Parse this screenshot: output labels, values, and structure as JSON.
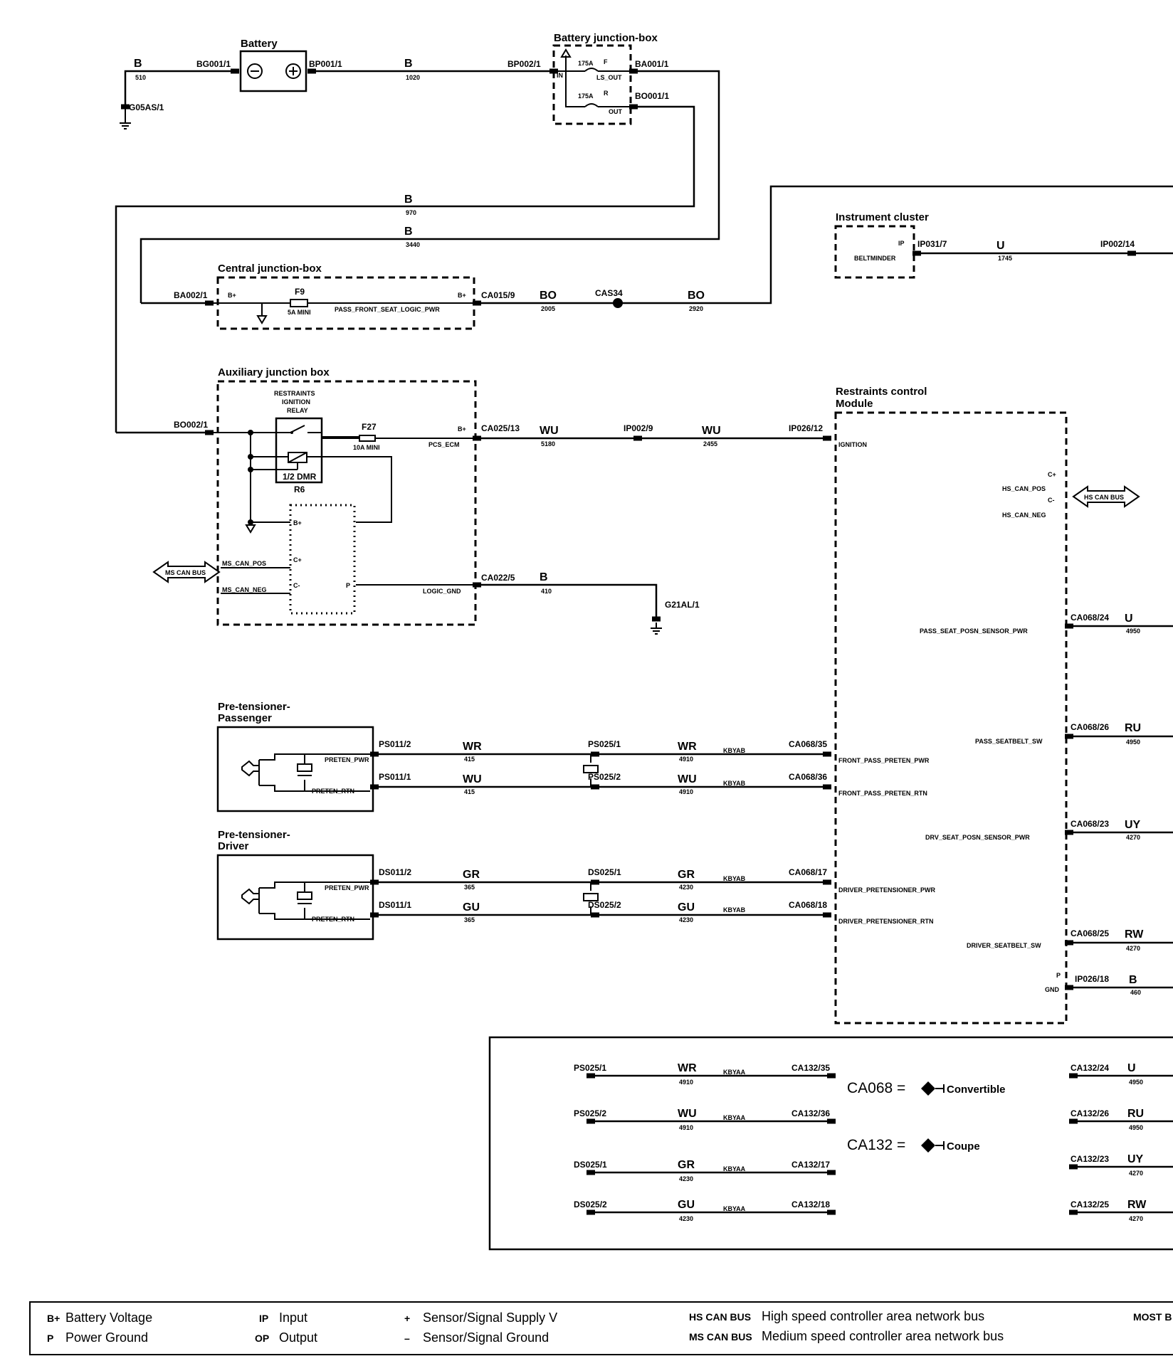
{
  "components": {
    "battery": "Battery",
    "battery_jb": "Battery junction-box",
    "central_jb": "Central junction-box",
    "aux_jb": "Auxiliary junction box",
    "instrument": "Instrument cluster",
    "rcm_1": "Restraints control",
    "rcm_2": "Module",
    "pretens_pass_1": "Pre-tensioner-",
    "pretens_pass_2": "Passenger",
    "pretens_drv_1": "Pre-tensioner-",
    "pretens_drv_2": "Driver",
    "relay_1": "RESTRAINTS",
    "relay_2": "IGNITION",
    "relay_3": "RELAY",
    "relay_type": "1/2 DMR",
    "relay_id": "R6"
  },
  "connectors": {
    "bg001_1": "BG001/1",
    "bp001_1": "BP001/1",
    "bp002_1": "BP002/1",
    "ba001_1": "BA001/1",
    "bo001_1": "BO001/1",
    "g05as_1": "G05AS/1",
    "ba002_1": "BA002/1",
    "ca015_9": "CA015/9",
    "cas34": "CAS34",
    "bo002_1": "BO002/1",
    "ca025_13": "CA025/13",
    "ip002_9": "IP002/9",
    "ip026_12": "IP026/12",
    "ca022_5": "CA022/5",
    "g21al_1": "G21AL/1",
    "ip031_7": "IP031/7",
    "ip002_14": "IP002/14",
    "ps011_2": "PS011/2",
    "ps011_1": "PS011/1",
    "ps025_1": "PS025/1",
    "ps025_2": "PS025/2",
    "ca068_35": "CA068/35",
    "ca068_36": "CA068/36",
    "ds011_2": "DS011/2",
    "ds011_1": "DS011/1",
    "ds025_1": "DS025/1",
    "ds025_2": "DS025/2",
    "ca068_17": "CA068/17",
    "ca068_18": "CA068/18",
    "ca068_24": "CA068/24",
    "ca068_26": "CA068/26",
    "ca068_23": "CA068/23",
    "ca068_25": "CA068/25",
    "ip026_18": "IP026/18",
    "ca132_35": "CA132/35",
    "ca132_36": "CA132/36",
    "ca132_17": "CA132/17",
    "ca132_18": "CA132/18",
    "ca132_24": "CA132/24",
    "ca132_26": "CA132/26",
    "ca132_23": "CA132/23",
    "ca132_25": "CA132/25"
  },
  "wires": {
    "c_b": "B",
    "c_bo": "BO",
    "c_wu": "WU",
    "c_u": "U",
    "c_wr": "WR",
    "c_gr": "GR",
    "c_gu": "GU",
    "c_ru": "RU",
    "c_uy": "UY",
    "c_rw": "RW",
    "n510": "510",
    "n1020": "1020",
    "n970": "970",
    "n3440": "3440",
    "n2005": "2005",
    "n2920": "2920",
    "n5180": "5180",
    "n2455": "2455",
    "n410": "410",
    "n1745": "1745",
    "n415": "415",
    "n4910": "4910",
    "n365": "365",
    "n4230": "4230",
    "n4950": "4950",
    "n4270": "4270",
    "n460": "460",
    "kbyab": "KBYAB",
    "kbyaa": "KBYAA"
  },
  "fuses": {
    "f175a": "175A",
    "f_label": "F",
    "r_label": "R",
    "ls_out": "LS_OUT",
    "out": "OUT",
    "in": "IN",
    "f9": "F9",
    "f9_rating": "5A MINI",
    "f27": "F27",
    "f27_rating": "10A  MINI"
  },
  "pins": {
    "bplus": "B+",
    "c_plus": "C+",
    "c_minus": "C-",
    "p": "P",
    "ip": "IP",
    "pass_front_seat": "PASS_FRONT_SEAT_LOGIC_PWR",
    "pcs_ecm": "PCS_ECM",
    "logic_gnd": "LOGIC_GND",
    "ms_can_pos": "MS_CAN_POS",
    "ms_can_neg": "MS_CAN_NEG",
    "beltminder": "BELTMINDER",
    "ignition": "IGNITION",
    "hs_can_pos": "HS_CAN_POS",
    "hs_can_neg": "HS_CAN_NEG",
    "pass_seat_posn": "PASS_SEAT_POSN_SENSOR_PWR",
    "pass_seatbelt": "PASS_SEATBELT_SW",
    "drv_seat_posn": "DRV_SEAT_POSN_SENSOR_PWR",
    "driver_seatbelt": "DRIVER_SEATBELT_SW",
    "gnd": "GND",
    "front_pass_pwr": "FRONT_PASS_PRETEN_PWR",
    "front_pass_rtn": "FRONT_PASS_PRETEN_RTN",
    "driver_pwr": "DRIVER_PRETENSIONER_PWR",
    "driver_rtn": "DRIVER_PRETENSIONER_RTN",
    "preten_pwr": "PRETEN_PWR",
    "preten_rtn": "PRETEN_RTN"
  },
  "bus": {
    "ms": "MS CAN BUS",
    "hs": "HS CAN BUS"
  },
  "variants": {
    "ca068": "CA068 =",
    "convertible": "Convertible",
    "ca132": "CA132 =",
    "coupe": "Coupe"
  },
  "legend": {
    "bplus_key": "B+",
    "bplus_val": "Battery Voltage",
    "p_key": "P",
    "p_val": "Power Ground",
    "ip_key": "IP",
    "ip_val": "Input",
    "op_key": "OP",
    "op_val": "Output",
    "plus_key": "+",
    "plus_val": "Sensor/Signal Supply V",
    "minus_key": "–",
    "minus_val": "Sensor/Signal Ground",
    "hs_key": "HS CAN BUS",
    "hs_val": "High speed controller area network bus",
    "ms_key": "MS CAN BUS",
    "ms_val": "Medium speed controller area network bus",
    "most_key": "MOST B"
  },
  "colors": {
    "ink": "#000000",
    "paper": "#ffffff"
  }
}
